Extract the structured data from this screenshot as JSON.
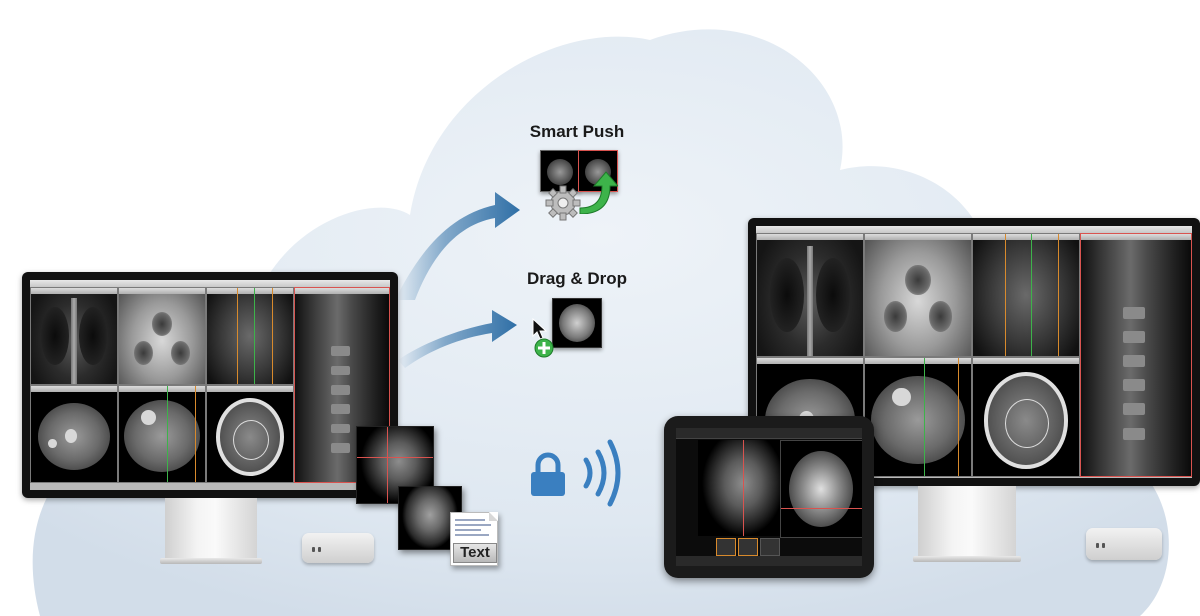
{
  "features": {
    "smart_push": {
      "title": "Smart Push",
      "icon": "smart-push-icon"
    },
    "drag_drop": {
      "title": "Drag & Drop",
      "icon": "drag-drop-icon"
    },
    "secure_wireless": {
      "icons": [
        "lock-icon",
        "wireless-signal-icon"
      ]
    }
  },
  "documents": {
    "text_doc_label": "Text"
  },
  "colors": {
    "arrow": "#2f6fa6",
    "lock": "#3a7fc0",
    "cloud": "#dfe8f1",
    "push_arrow": "#3db34a",
    "selection": "#d9534f"
  }
}
